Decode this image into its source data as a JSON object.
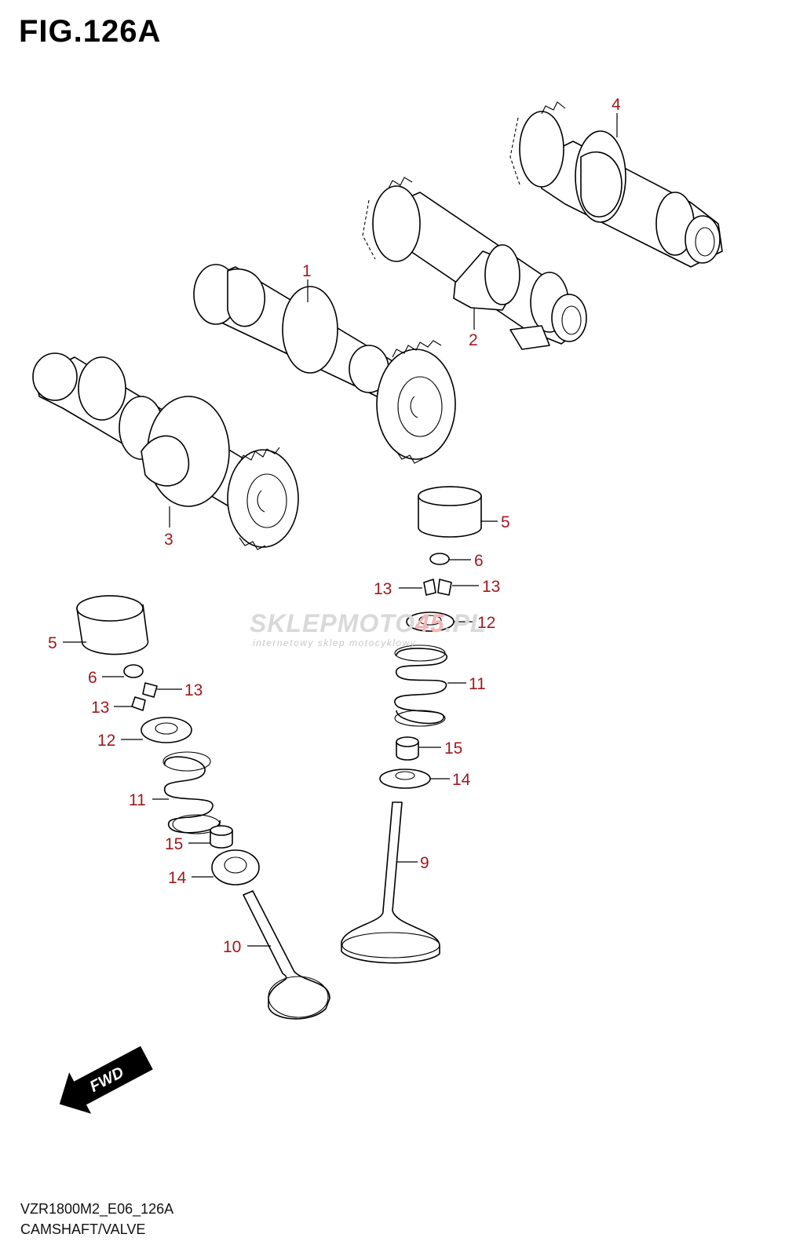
{
  "figure": {
    "title": "FIG.126A",
    "code": "VZR1800M2_E06_126A",
    "name": "CAMSHAFT/VALVE"
  },
  "watermark": {
    "brand_main": "SKLEPMOTO",
    "brand_accent": "45",
    "brand_suffix": ".PL",
    "tagline": "internetowy sklep motocyklowy"
  },
  "fwd_label": "FWD",
  "callouts": {
    "c1": "1",
    "c2": "2",
    "c3": "3",
    "c4": "4",
    "c5a": "5",
    "c5b": "5",
    "c6a": "6",
    "c6b": "6",
    "c9": "9",
    "c10": "10",
    "c11a": "11",
    "c11b": "11",
    "c12a": "12",
    "c12b": "12",
    "c13a": "13",
    "c13b": "13",
    "c13c": "13",
    "c13d": "13",
    "c14a": "14",
    "c14b": "14",
    "c15a": "15",
    "c15b": "15"
  },
  "colors": {
    "callout": "#a0191e",
    "line": "#000000"
  }
}
